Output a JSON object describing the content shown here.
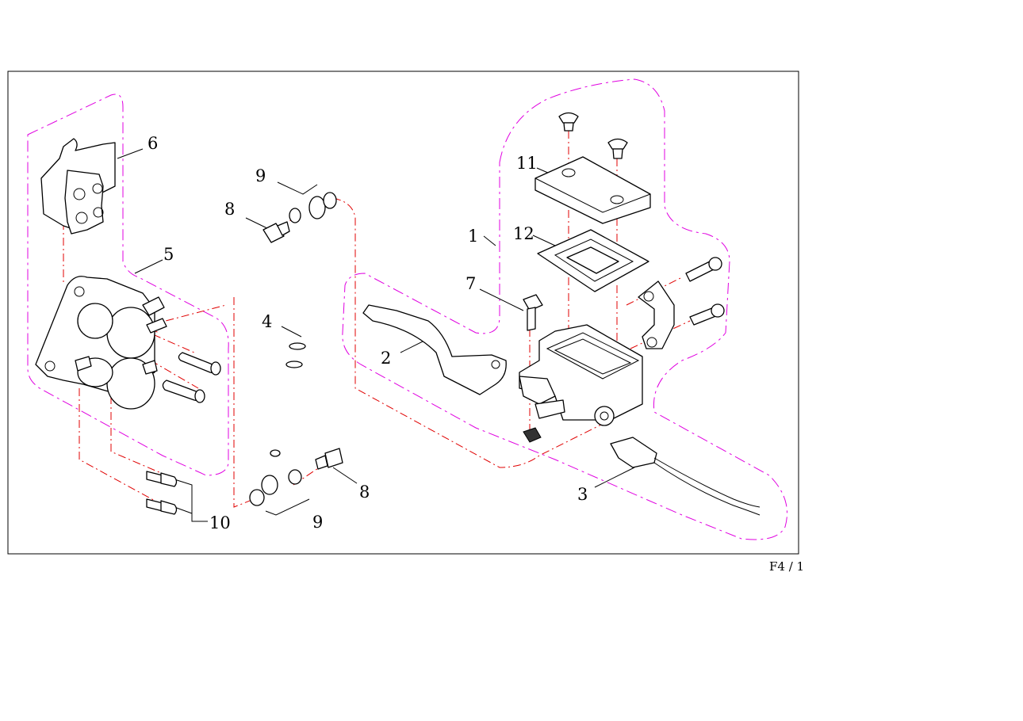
{
  "callouts": {
    "c1": "1",
    "c2": "2",
    "c3": "3",
    "c4": "4",
    "c5": "5",
    "c6": "6",
    "c7": "7",
    "c8a": "8",
    "c8b": "8",
    "c9a": "9",
    "c9b": "9",
    "c10": "10",
    "c11": "11",
    "c12": "12"
  },
  "page_ref": "F4 / 1",
  "colors": {
    "outline": "#000000",
    "assembly_center_lines": "#e00000",
    "group_boundary": "#e000e0"
  }
}
